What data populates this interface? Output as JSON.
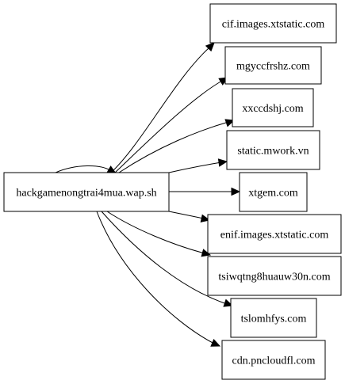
{
  "graph": {
    "source": {
      "id": "src",
      "label": "hackgamenongtrai4mua.wap.sh"
    },
    "targets": [
      {
        "id": "t1",
        "label": "cif.images.xtstatic.com"
      },
      {
        "id": "t2",
        "label": "mgyccfrshz.com"
      },
      {
        "id": "t3",
        "label": "xxccdshj.com"
      },
      {
        "id": "t4",
        "label": "static.mwork.vn"
      },
      {
        "id": "t5",
        "label": "xtgem.com"
      },
      {
        "id": "t6",
        "label": "enif.images.xtstatic.com"
      },
      {
        "id": "t7",
        "label": "tsiwqtng8huauw30n.com"
      },
      {
        "id": "t8",
        "label": "tslomhfys.com"
      },
      {
        "id": "t9",
        "label": "cdn.pncloudfl.com"
      }
    ],
    "self_loop": true
  }
}
